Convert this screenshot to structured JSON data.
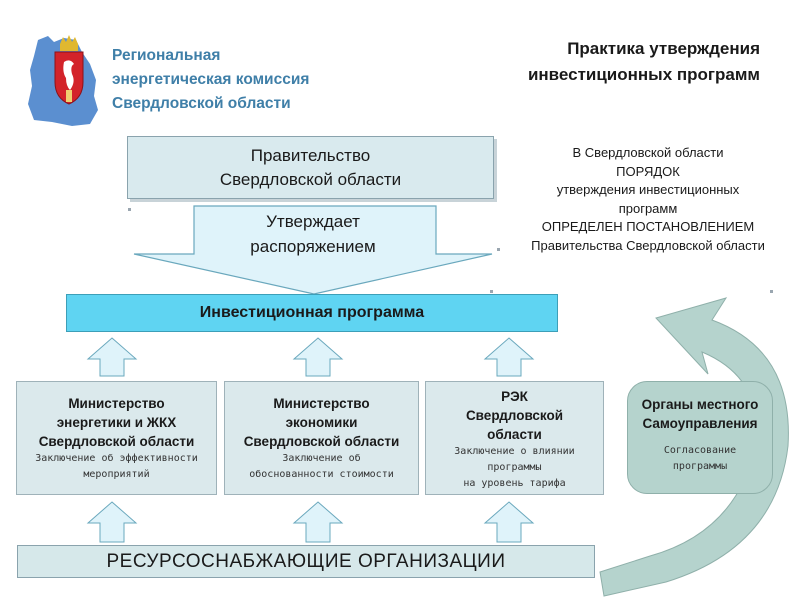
{
  "header": {
    "org_lines": [
      "Региональная",
      "энергетическая комиссия",
      "Свердловской области"
    ],
    "title_lines": [
      "Практика утверждения",
      "инвестиционных программ"
    ],
    "logo": "sverdlovsk-region-emblem-icon"
  },
  "government": {
    "lines": [
      "Правительство",
      "Свердловской области"
    ]
  },
  "note": {
    "lines": [
      "В Свердловской области",
      "ПОРЯДОК",
      "утверждения инвестиционных",
      "программ",
      "ОПРЕДЕЛЕН ПОСТАНОВЛЕНИЕМ",
      "Правительства Свердловской области"
    ]
  },
  "approve_arrow": {
    "lines": [
      "Утверждает",
      "распоряжением"
    ]
  },
  "investment_program": {
    "label": "Инвестиционная программа"
  },
  "bodies": [
    {
      "title_lines": [
        "Министерство",
        "энергетики и ЖКХ",
        "Свердловской области"
      ],
      "sub_lines": [
        "Заключение об эффективности",
        "мероприятий"
      ]
    },
    {
      "title_lines": [
        "Министерство",
        "экономики",
        "Свердловской области"
      ],
      "sub_lines": [
        "Заключение об",
        "обоснованности стоимости"
      ]
    },
    {
      "title_lines": [
        "РЭК",
        "Свердловской",
        "области"
      ],
      "sub_lines": [
        "Заключение о влиянии",
        "программы",
        "на уровень тарифа"
      ]
    }
  ],
  "local_government": {
    "title_lines": [
      "Органы местного",
      "Самоуправления"
    ],
    "sub_lines": [
      "Согласование",
      "программы"
    ]
  },
  "resource_orgs": {
    "label": "РЕСУРСОСНАБЖАЮЩИЕ ОРГАНИЗАЦИИ"
  },
  "colors": {
    "logo_text": "#3f7fa8",
    "program_fill": "#5fd4f2",
    "box_fill": "#dbe9ec",
    "arrow_fill": "#dff3fa",
    "local_fill": "#b5d3cd",
    "emblem_map": "#5b8fd0",
    "emblem_shield": "#d3232a"
  }
}
